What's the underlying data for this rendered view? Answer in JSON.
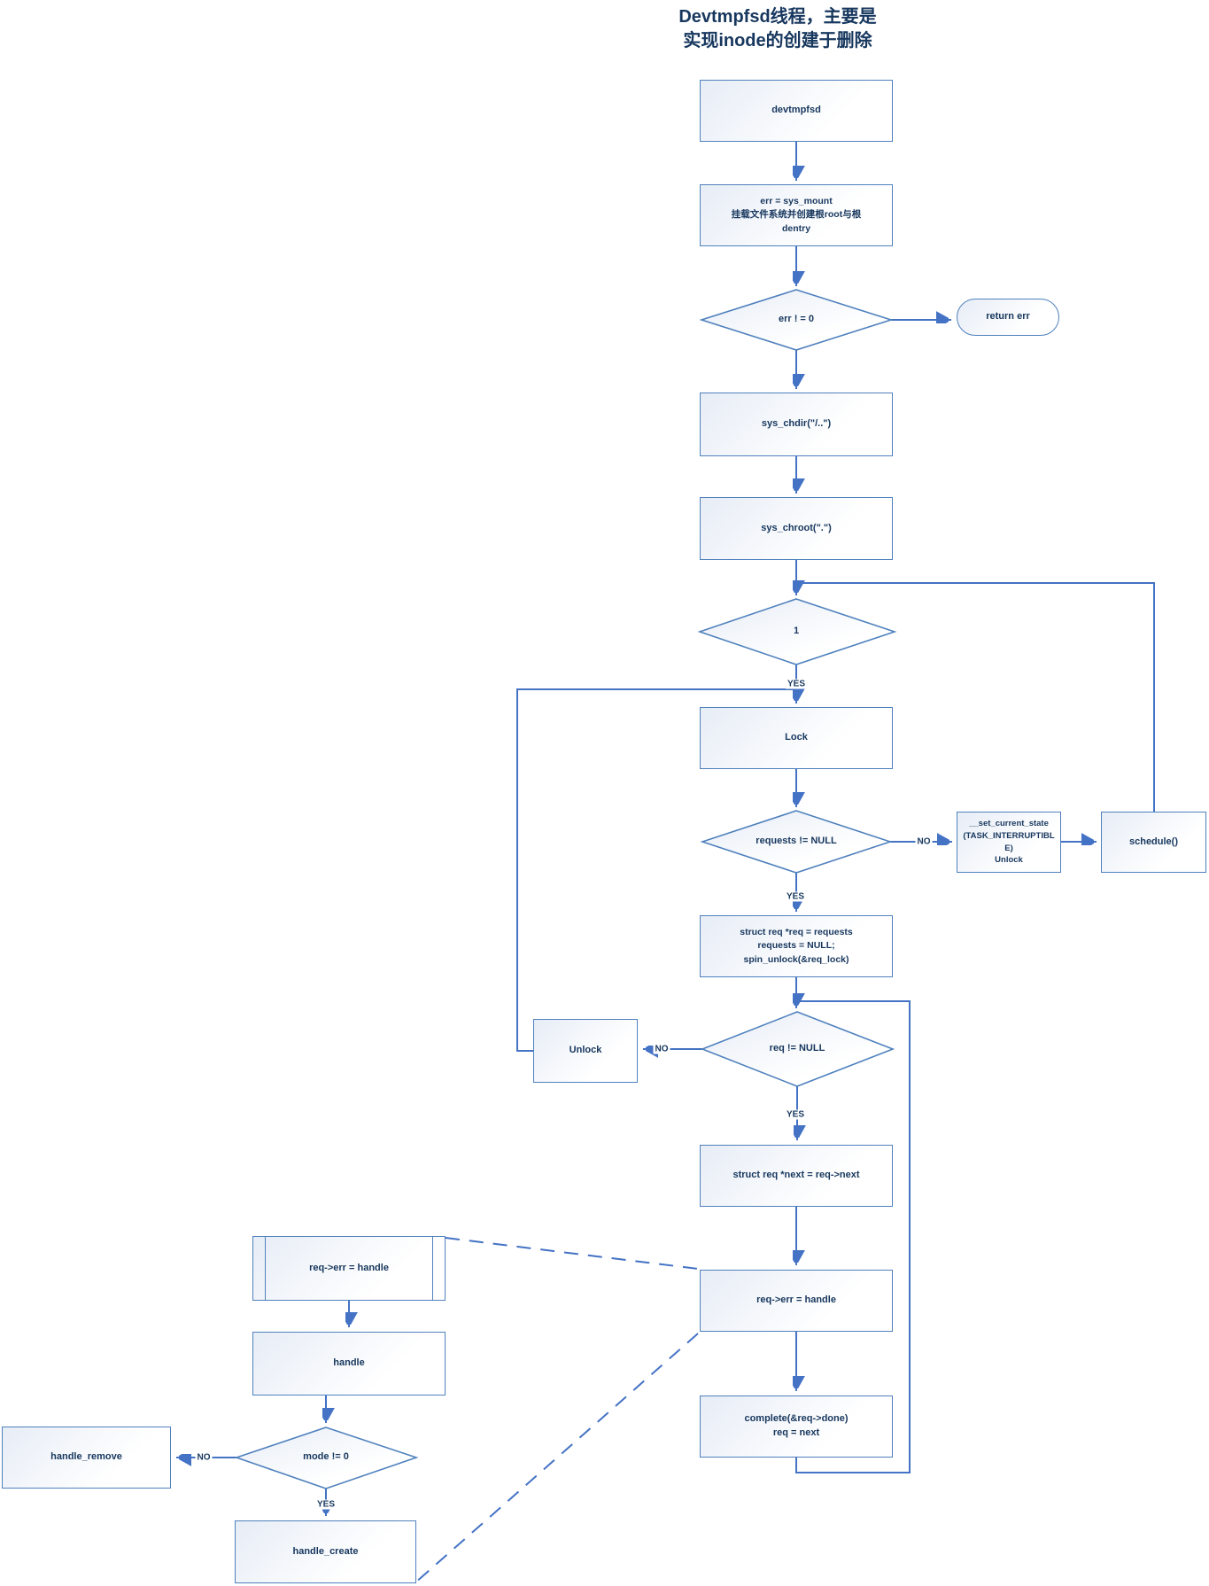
{
  "title": [
    "Devtmpfsd线程，主要是",
    "实现inode的创建于删除"
  ],
  "colors": {
    "shape_border": "#4f81bd",
    "connector": "#4472c4",
    "text": "#17375e",
    "fill_light": "#e7edf6"
  },
  "nodes": {
    "devtmpfsd": {
      "label": "devtmpfsd"
    },
    "sysMount": {
      "lines": [
        "err = sys_mount",
        "挂载文件系统并创建根root与根",
        "dentry"
      ]
    },
    "errCheck": {
      "label": "err ! = 0"
    },
    "returnErr": {
      "label": "return err"
    },
    "sysChdir": {
      "label": "sys_chdir(\"/..\")"
    },
    "sysChroot": {
      "label": "sys_chroot(\".\")"
    },
    "loop1": {
      "label": "1"
    },
    "lock": {
      "label": "Lock"
    },
    "requestsCheck": {
      "label": "requests != NULL"
    },
    "setState": {
      "lines": [
        "__set_current_state",
        "(TASK_INTERRUPTIBLE)",
        "Unlock"
      ]
    },
    "schedule": {
      "label": "schedule()"
    },
    "getReq": {
      "lines": [
        "struct req *req = requests",
        "requests = NULL;",
        "spin_unlock(&req_lock)"
      ]
    },
    "reqCheck": {
      "label": "req != NULL"
    },
    "unlock": {
      "label": "Unlock"
    },
    "getNext": {
      "label": "struct req *next = req->next"
    },
    "reqErrHandle": {
      "label": "req->err = handle"
    },
    "complete": {
      "lines": [
        "complete(&req->done)",
        "req = next"
      ]
    },
    "subReqErrHandle": {
      "label": "req->err = handle"
    },
    "handle": {
      "label": "handle"
    },
    "modeCheck": {
      "label": "mode != 0"
    },
    "handleRemove": {
      "label": "handle_remove"
    },
    "handleCreate": {
      "label": "handle_create"
    }
  },
  "edge_labels": {
    "yes": "YES",
    "no": "NO"
  }
}
